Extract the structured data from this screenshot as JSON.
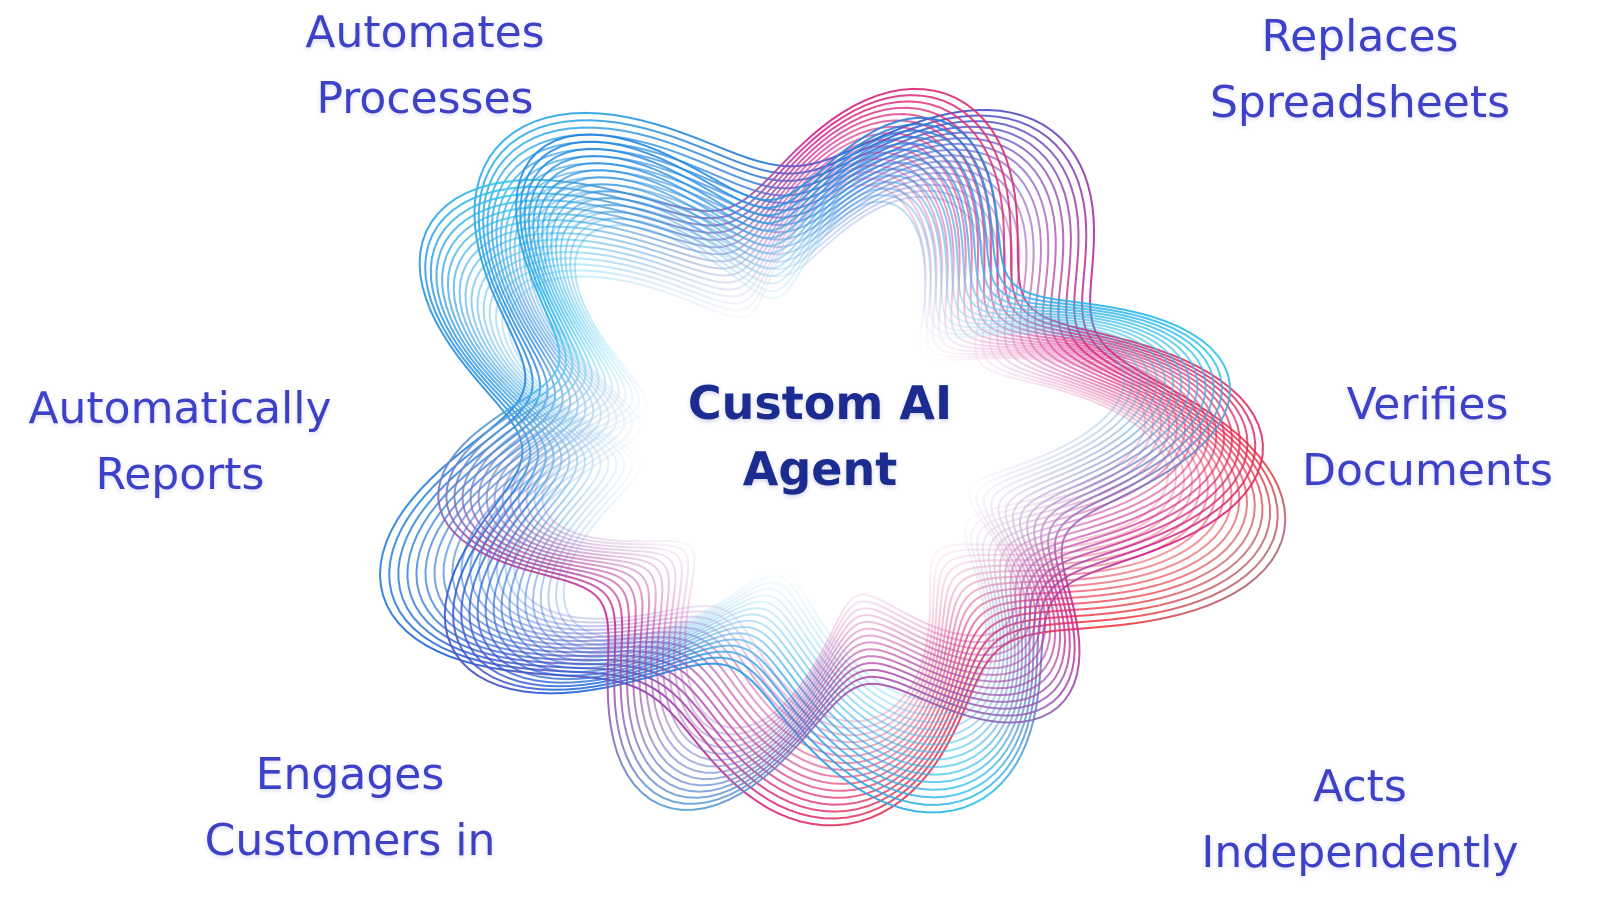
{
  "center": {
    "line1": "Custom AI",
    "line2": "Agent"
  },
  "nodes": [
    {
      "line1": "Automates",
      "line2": "Processes"
    },
    {
      "line1": "Replaces",
      "line2": "Spreadsheets"
    },
    {
      "line1": "Automatically",
      "line2": "Reports"
    },
    {
      "line1": "Verifies",
      "line2": "Documents"
    },
    {
      "line1": "Engages",
      "line2": "Customers in"
    },
    {
      "line1": "Acts",
      "line2": "Independently"
    }
  ],
  "colors": {
    "label": "#3d41c6",
    "center": "#1b2b8f",
    "wave_cyan": "#2ec5ec",
    "wave_blue": "#1f5fd6",
    "wave_magenta": "#d0208f",
    "wave_red": "#ef3a3a"
  }
}
